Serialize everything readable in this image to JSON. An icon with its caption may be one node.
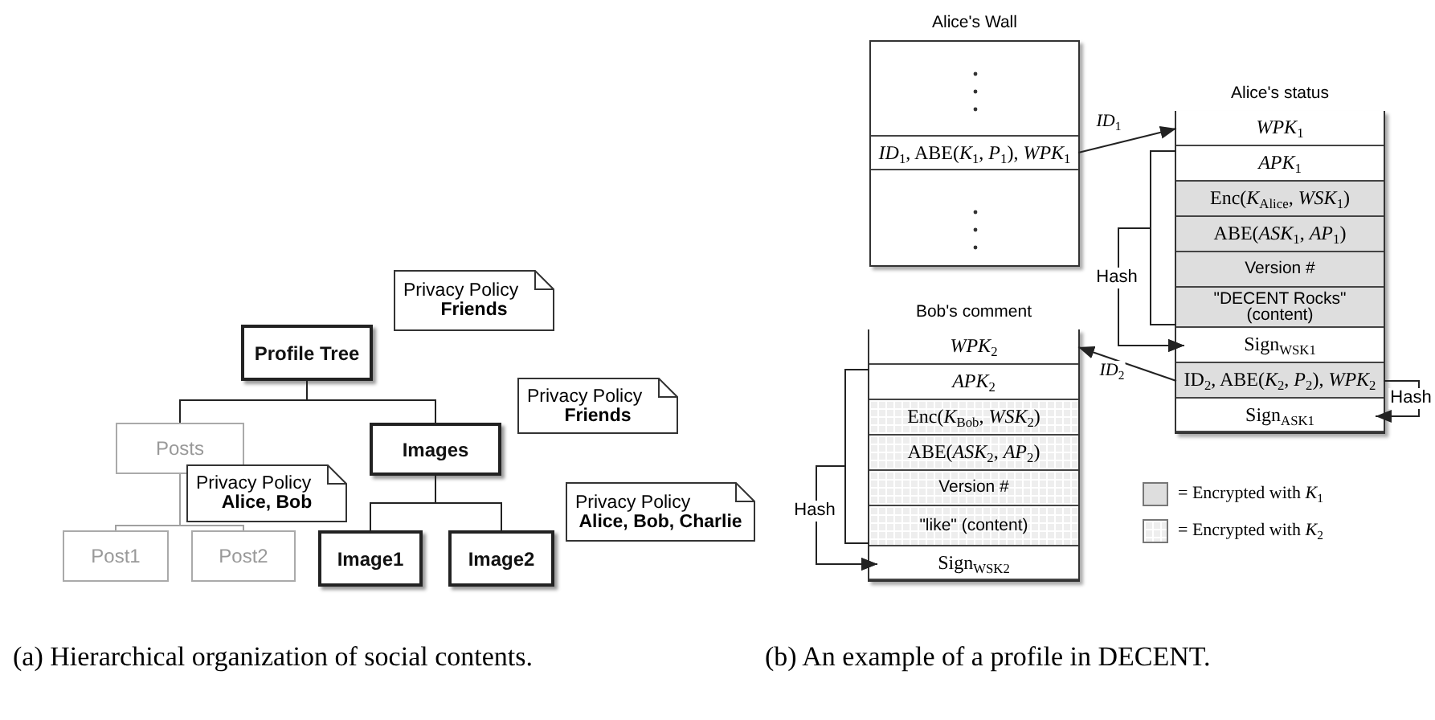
{
  "diagram": {
    "nodes": [
      {
        "text": [
          "Profile Tree"
        ]
      },
      {
        "text": [
          "Posts"
        ]
      },
      {
        "text": [
          "Images"
        ]
      },
      {
        "text": [
          "Post1"
        ]
      },
      {
        "text": [
          "Post2"
        ]
      },
      {
        "text": [
          "Image1"
        ]
      },
      {
        "text": [
          "Image2"
        ]
      },
      {
        "text": [
          "Privacy Policy",
          "Friends"
        ]
      },
      {
        "text": [
          "Privacy Policy",
          "Friends"
        ]
      },
      {
        "text": [
          "Privacy Policy",
          "Alice, Bob"
        ]
      },
      {
        "text": [
          "Privacy Policy",
          "Alice, Bob, Charlie"
        ]
      },
      {
        "text": [
          "Alice's Wall"
        ]
      },
      {
        "text": [
          "*ID*$_{1}$, ABE(*K*$_{1}$, *P*$_{1}$), *WPK*$_{1}$"
        ],
        "in": 11
      },
      {
        "text": [
          "Alice's status"
        ]
      },
      {
        "text": [
          "*WPK*$_{1}$"
        ],
        "in": 13
      },
      {
        "text": [
          "*APK*$_{1}$"
        ],
        "in": 13
      },
      {
        "text": [
          "Enc(*K*$_{Alice}$, *WSK*$_{1}$)"
        ],
        "in": 13
      },
      {
        "text": [
          "ABE(*ASK*$_{1}$, *AP*$_{1}$)"
        ],
        "in": 13
      },
      {
        "text": [
          "Version #"
        ],
        "in": 13
      },
      {
        "text": [
          "\"DECENT Rocks\" (content)"
        ],
        "in": 13
      },
      {
        "text": [
          "Sign$_{WSK1}$"
        ],
        "in": 13
      },
      {
        "text": [
          "ID$_{2}$, ABE(*K*$_{2}$, *P*$_{2}$), *WPK*$_{2}$"
        ],
        "in": 13
      },
      {
        "text": [
          "Sign$_{ASK1}$"
        ],
        "in": 13
      },
      {
        "text": [
          "Bob's comment"
        ]
      },
      {
        "text": [
          "*WPK*$_{2}$"
        ],
        "in": 23
      },
      {
        "text": [
          "*APK*$_{2}$"
        ],
        "in": 23
      },
      {
        "text": [
          "Enc(*K*$_{Bob}$, *WSK*$_{2}$)"
        ],
        "in": 23
      },
      {
        "text": [
          "ABE(*ASK*$_{2}$, *AP*$_{2}$)"
        ],
        "in": 23
      },
      {
        "text": [
          "Version #"
        ],
        "in": 23
      },
      {
        "text": [
          "\"like\" (content)"
        ],
        "in": 23
      },
      {
        "text": [
          "Sign$_{WSK2}$"
        ],
        "in": 23
      }
    ],
    "edges": [
      {
        "from": 0,
        "to": 1,
        "arrow": "none"
      },
      {
        "from": 0,
        "to": 2,
        "arrow": "none"
      },
      {
        "from": 1,
        "to": 3,
        "arrow": "none",
        "color": "#a0a0a0"
      },
      {
        "from": 1,
        "to": 4,
        "arrow": "none",
        "color": "#a0a0a0"
      },
      {
        "from": 2,
        "to": 5,
        "arrow": "none"
      },
      {
        "from": 2,
        "to": 6,
        "arrow": "none"
      },
      {
        "from": 12,
        "to": 14,
        "arrow": "to",
        "label": "*ID*$_{1}$"
      },
      {
        "from": 21,
        "to": 24,
        "arrow": "to",
        "label": "*ID*$_{2}$"
      },
      {
        "from": 15,
        "to": 20,
        "arrow": "to",
        "label": "Hash"
      },
      {
        "from": 21,
        "to": 22,
        "arrow": "to",
        "label": "Hash"
      },
      {
        "from": 25,
        "to": 30,
        "arrow": "to",
        "label": "Hash"
      },
      {
        "from": 19,
        "to": 20,
        "arrow": "to"
      },
      {
        "from": 29,
        "to": 30,
        "arrow": "to"
      }
    ],
    "labels": [
      "(a) Hierarchical organization of social contents.",
      "(b) An example of a profile in DECENT."
    ],
    "legend": [
      {
        "text": "= Encrypted with *K*$_{1}$",
        "color": "#dedede"
      },
      {
        "text": "= Encrypted with *K*$_{2}$"
      }
    ]
  }
}
